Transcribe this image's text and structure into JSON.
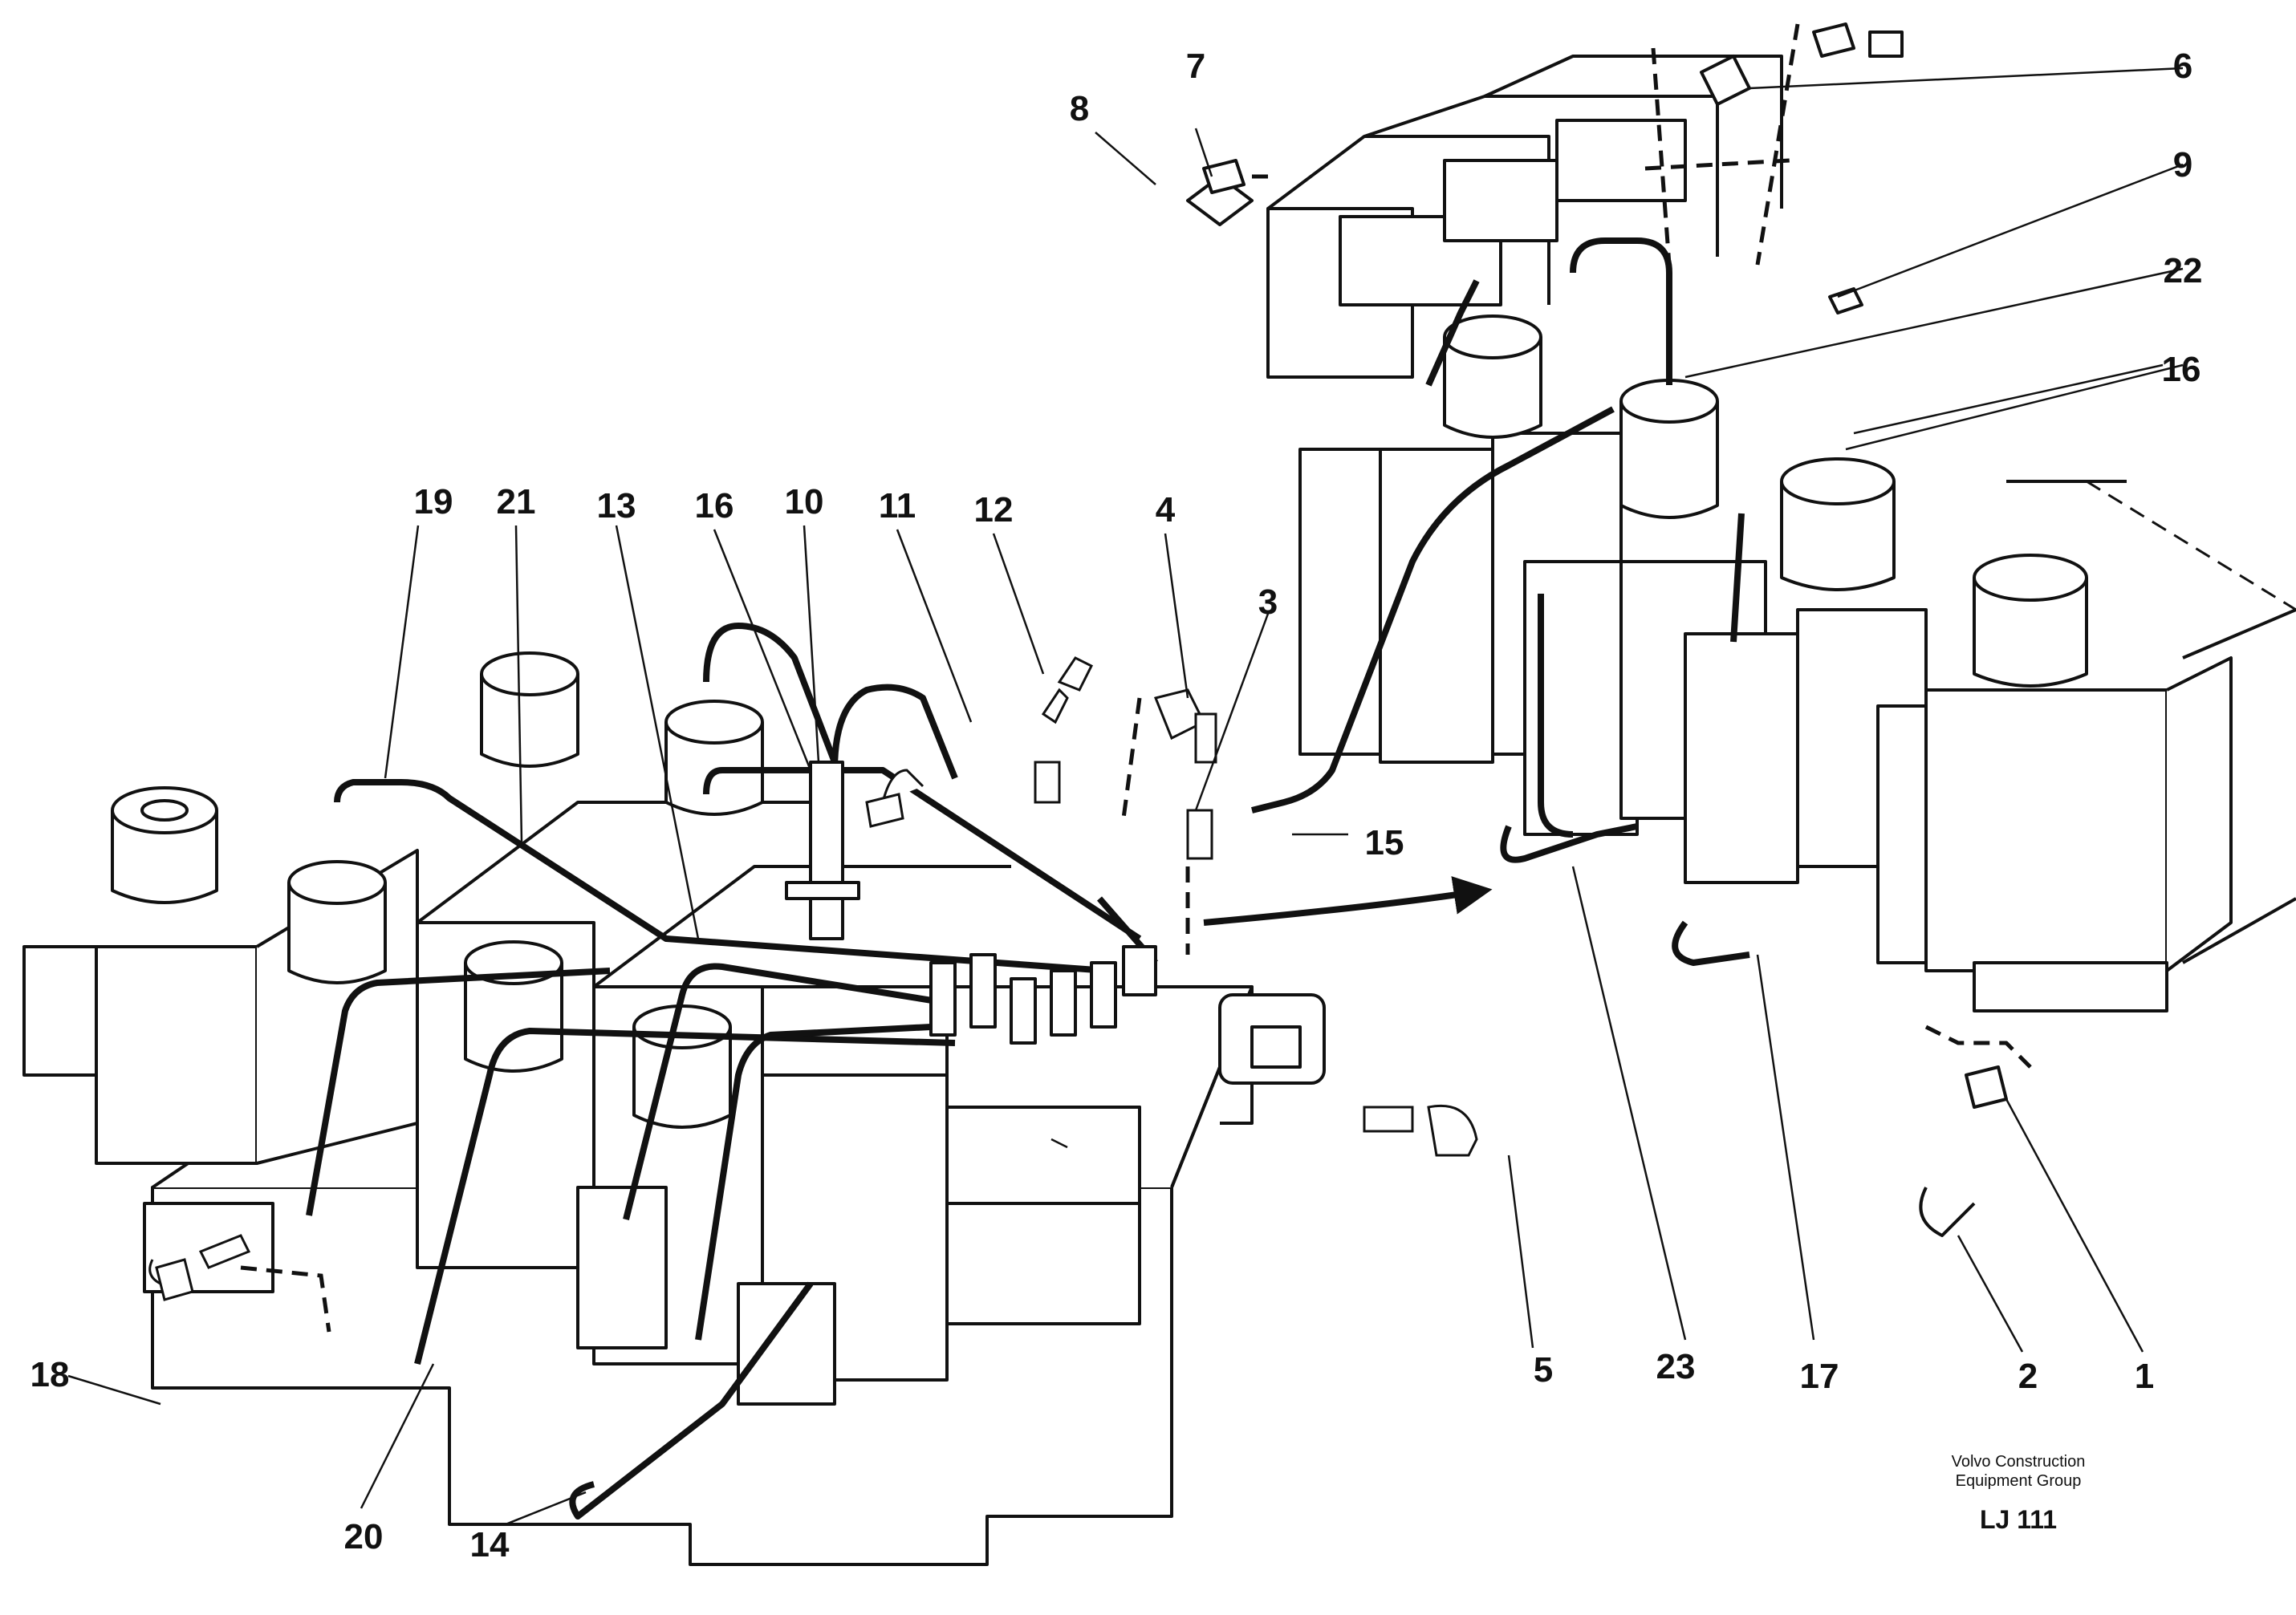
{
  "callouts": {
    "c1": "1",
    "c2": "2",
    "c3": "3",
    "c4": "4",
    "c5": "5",
    "c6": "6",
    "c7": "7",
    "c8": "8",
    "c9": "9",
    "c10": "10",
    "c11": "11",
    "c12": "12",
    "c13": "13",
    "c14": "14",
    "c15": "15",
    "c16a": "16",
    "c16b": "16",
    "c17": "17",
    "c18": "18",
    "c19": "19",
    "c20": "20",
    "c21": "21",
    "c22": "22",
    "c23": "23"
  },
  "credit": {
    "line1": "Volvo Construction",
    "line2": "Equipment Group",
    "code": "LJ 111"
  }
}
